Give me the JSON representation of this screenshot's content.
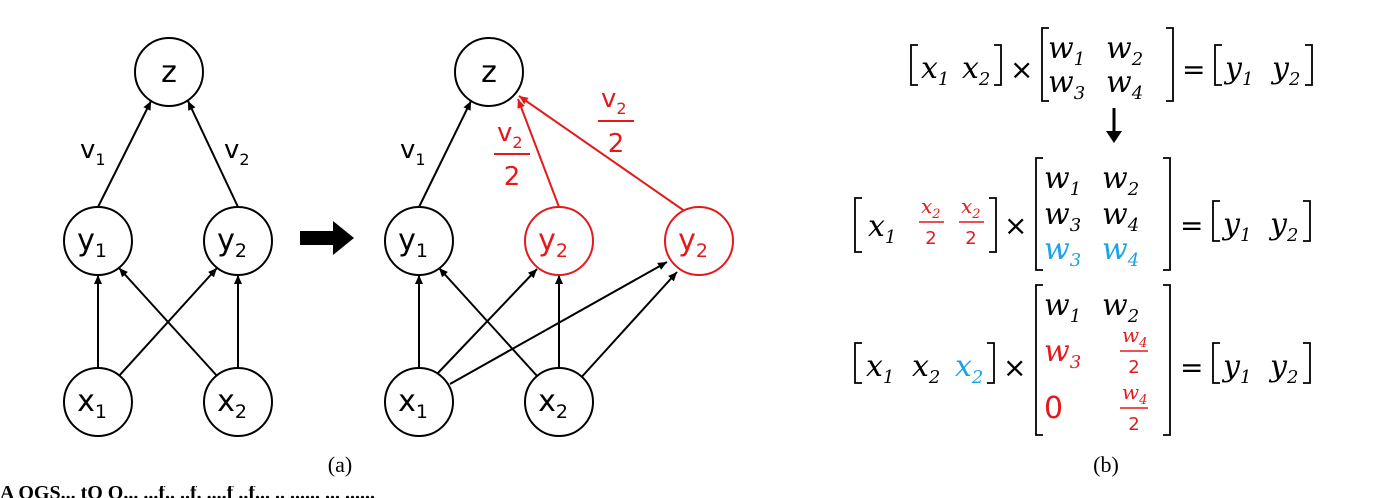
{
  "colors": {
    "black": "#000000",
    "red": "#e31a1c",
    "blue": "#1aa3e8"
  },
  "panel_a": {
    "caption": "(a)",
    "left": {
      "nodes": {
        "z": "z",
        "y1": "y",
        "y1_sub": "1",
        "y2": "y",
        "y2_sub": "2",
        "x1": "x",
        "x1_sub": "1",
        "x2": "x",
        "x2_sub": "2"
      },
      "edges": {
        "v1": "v",
        "v1_sub": "1",
        "v2": "v",
        "v2_sub": "2"
      }
    },
    "right": {
      "nodes": {
        "z": "z",
        "y1": "y",
        "y1_sub": "1",
        "y2a": "y",
        "y2a_sub": "2",
        "y2b": "y",
        "y2b_sub": "2",
        "x1": "x",
        "x1_sub": "1",
        "x2": "x",
        "x2_sub": "2"
      },
      "edges": {
        "v1": "v",
        "v1_sub": "1",
        "half_a_num": "v",
        "half_a_num_sub": "2",
        "half_a_den": "2",
        "half_b_num": "v",
        "half_b_num_sub": "2",
        "half_b_den": "2"
      }
    },
    "arrow_icon": "right-arrow-icon"
  },
  "panel_b": {
    "caption": "(b)",
    "eq1": {
      "x1": "x",
      "x1_sub": "1",
      "x2": "x",
      "x2_sub": "2",
      "times": "×",
      "w1": "w",
      "w1_sub": "1",
      "w2": "w",
      "w2_sub": "2",
      "w3": "w",
      "w3_sub": "3",
      "w4": "w",
      "w4_sub": "4",
      "equals": "=",
      "y1": "y",
      "y1_sub": "1",
      "y2": "y",
      "y2_sub": "2"
    },
    "down_arrow_icon": "down-arrow-icon",
    "eq2": {
      "x1": "x",
      "x1_sub": "1",
      "fa_num": "x",
      "fa_num_sub": "2",
      "fa_den": "2",
      "fb_num": "x",
      "fb_num_sub": "2",
      "fb_den": "2",
      "times": "×",
      "w1": "w",
      "w1_sub": "1",
      "w2": "w",
      "w2_sub": "2",
      "w3": "w",
      "w3_sub": "3",
      "w4": "w",
      "w4_sub": "4",
      "w3b": "w",
      "w3b_sub": "3",
      "w4b": "w",
      "w4b_sub": "4",
      "equals": "=",
      "y1": "y",
      "y1_sub": "1",
      "y2": "y",
      "y2_sub": "2"
    },
    "eq3": {
      "x1": "x",
      "x1_sub": "1",
      "x2": "x",
      "x2_sub": "2",
      "x2b": "x",
      "x2b_sub": "2",
      "times": "×",
      "w1": "w",
      "w1_sub": "1",
      "w2": "w",
      "w2_sub": "2",
      "w3": "w",
      "w3_sub": "3",
      "h1_num": "w",
      "h1_num_sub": "4",
      "h1_den": "2",
      "zero": "0",
      "h2_num": "w",
      "h2_num_sub": "4",
      "h2_den": "2",
      "equals": "=",
      "y1": "y",
      "y1_sub": "1",
      "y2": "y",
      "y2_sub": "2"
    }
  },
  "footer_fragment": "A OGS... tO O... ...f.. ..f. ....f ..f... .. ...... ... ......"
}
